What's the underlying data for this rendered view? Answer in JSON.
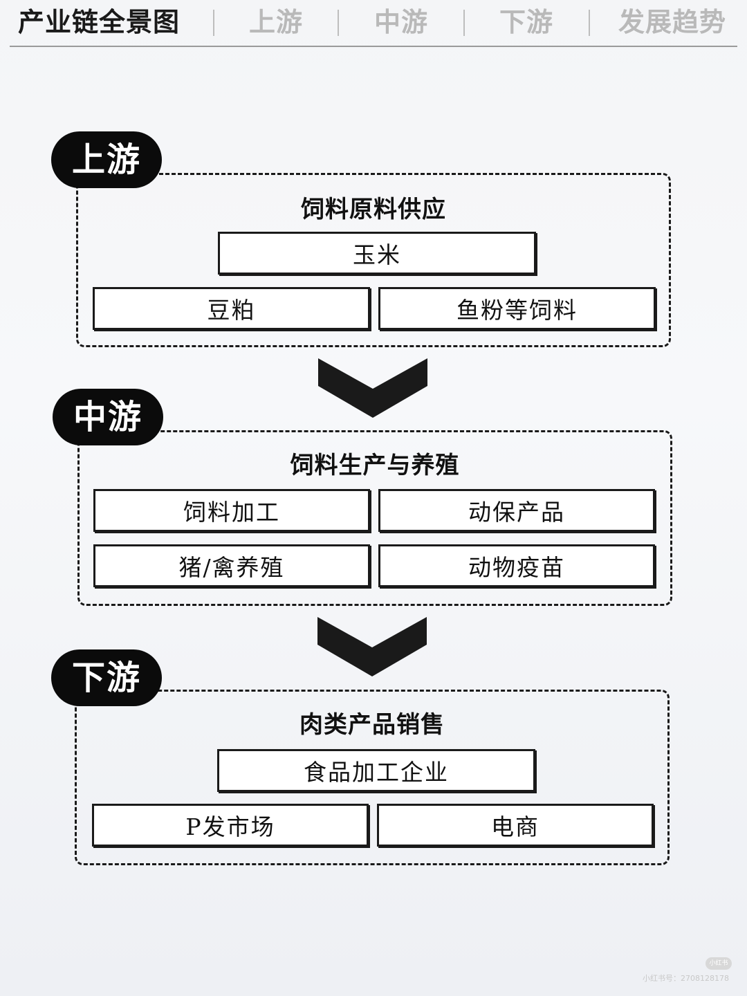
{
  "nav": {
    "items": [
      {
        "label": "产业链全景图",
        "active": true
      },
      {
        "label": "上游",
        "active": false
      },
      {
        "label": "中游",
        "active": false
      },
      {
        "label": "下游",
        "active": false
      },
      {
        "label": "发展趋势",
        "active": false
      }
    ]
  },
  "sections": {
    "upstream": {
      "tag": "上游",
      "title": "饲料原料供应",
      "boxes": [
        "玉米",
        "豆粕",
        "鱼粉等饲料"
      ]
    },
    "midstream": {
      "tag": "中游",
      "title": "饲料生产与养殖",
      "boxes": [
        "饲料加工",
        "动保产品",
        "猪/禽养殖",
        "动物疫苗"
      ]
    },
    "downstream": {
      "tag": "下游",
      "title": "肉类产品销售",
      "boxes": [
        "食品加工企业",
        "P发市场",
        "电商"
      ]
    }
  },
  "colors": {
    "accent": "#0b0b0b",
    "inactive_nav": "#b9b9b9",
    "background": "#f4f5f7"
  },
  "watermark": {
    "logo": "小红书",
    "text": "小红书号：2708128178"
  }
}
